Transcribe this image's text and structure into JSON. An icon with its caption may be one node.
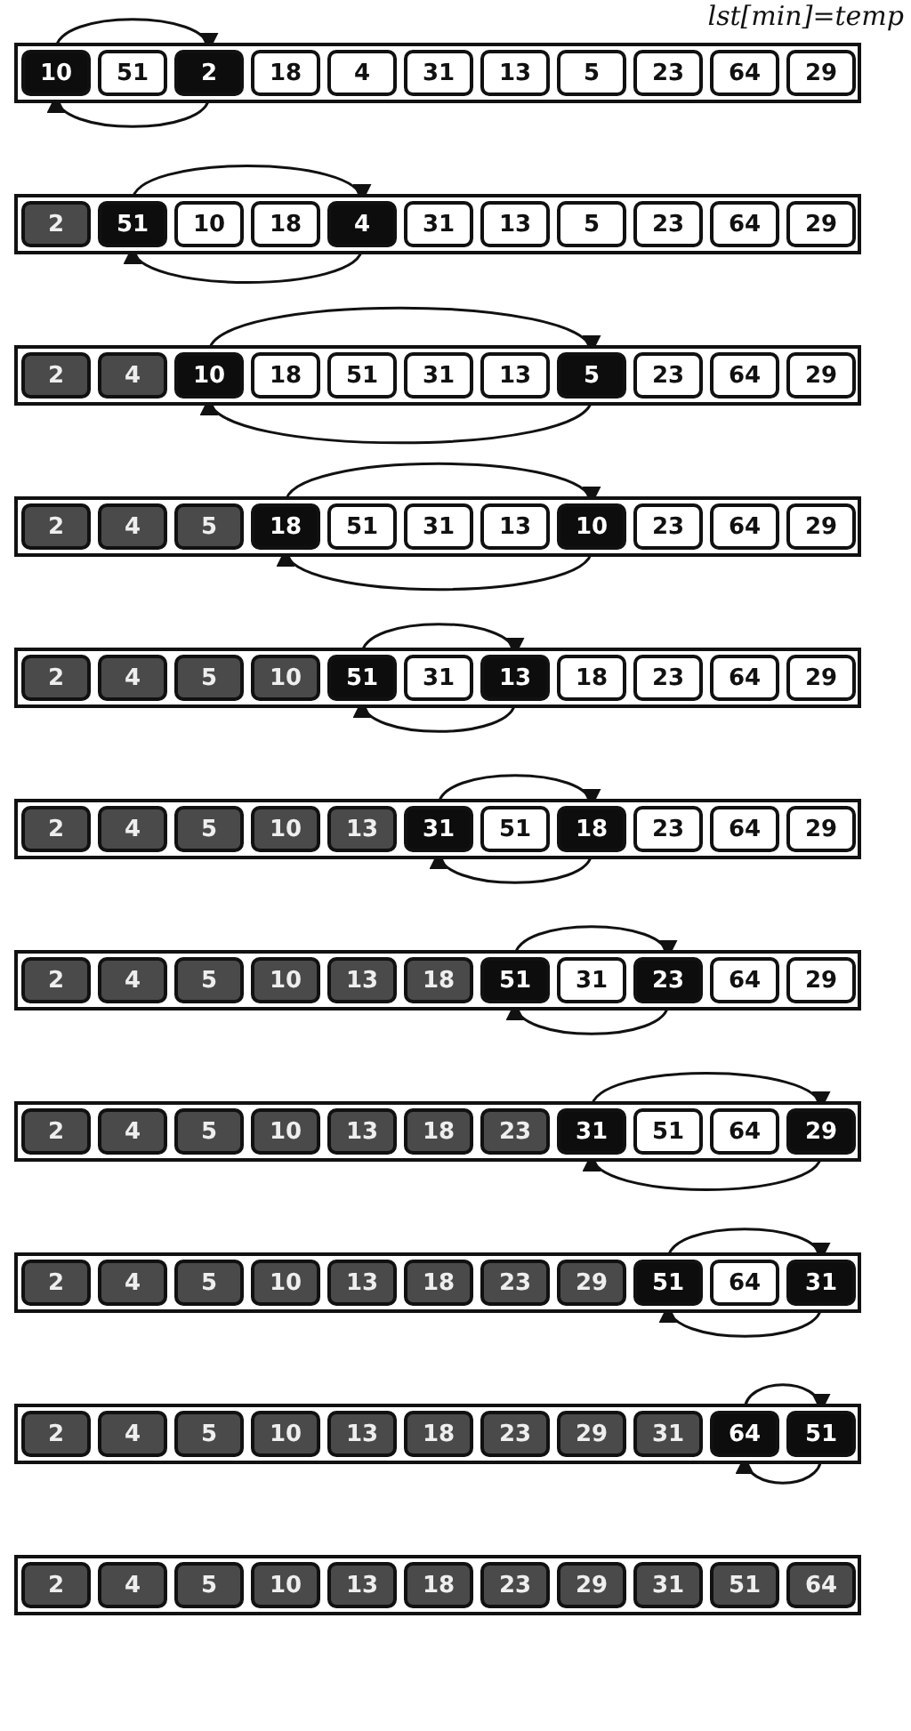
{
  "diagram": {
    "nodes": [
      {
        "text": [],
        "shape": "bar"
      },
      {
        "text": [
          "10"
        ],
        "in": 0
      },
      {
        "text": [
          "51"
        ],
        "in": 0
      },
      {
        "text": [
          "2"
        ],
        "in": 0
      },
      {
        "text": [
          "18"
        ],
        "in": 0
      },
      {
        "text": [
          "4"
        ],
        "in": 0
      },
      {
        "text": [
          "31"
        ],
        "in": 0
      },
      {
        "text": [
          "13"
        ],
        "in": 0
      },
      {
        "text": [
          "5"
        ],
        "in": 0
      },
      {
        "text": [
          "23"
        ],
        "in": 0
      },
      {
        "text": [
          "64"
        ],
        "in": 0
      },
      {
        "text": [
          "29"
        ],
        "in": 0
      },
      {
        "text": [],
        "shape": "bar"
      },
      {
        "text": [
          "2"
        ],
        "in": 12
      },
      {
        "text": [
          "51"
        ],
        "in": 12
      },
      {
        "text": [
          "10"
        ],
        "in": 12
      },
      {
        "text": [
          "18"
        ],
        "in": 12
      },
      {
        "text": [
          "4"
        ],
        "in": 12
      },
      {
        "text": [
          "31"
        ],
        "in": 12
      },
      {
        "text": [
          "13"
        ],
        "in": 12
      },
      {
        "text": [
          "5"
        ],
        "in": 12
      },
      {
        "text": [
          "23"
        ],
        "in": 12
      },
      {
        "text": [
          "64"
        ],
        "in": 12
      },
      {
        "text": [
          "29"
        ],
        "in": 12
      },
      {
        "text": [],
        "shape": "bar"
      },
      {
        "text": [
          "2"
        ],
        "in": 24
      },
      {
        "text": [
          "4"
        ],
        "in": 24
      },
      {
        "text": [
          "10"
        ],
        "in": 24
      },
      {
        "text": [
          "18"
        ],
        "in": 24
      },
      {
        "text": [
          "51"
        ],
        "in": 24
      },
      {
        "text": [
          "31"
        ],
        "in": 24
      },
      {
        "text": [
          "13"
        ],
        "in": 24
      },
      {
        "text": [
          "5"
        ],
        "in": 24
      },
      {
        "text": [
          "23"
        ],
        "in": 24
      },
      {
        "text": [
          "64"
        ],
        "in": 24
      },
      {
        "text": [
          "29"
        ],
        "in": 24
      },
      {
        "text": [],
        "shape": "bar"
      },
      {
        "text": [
          "2"
        ],
        "in": 36
      },
      {
        "text": [
          "4"
        ],
        "in": 36
      },
      {
        "text": [
          "5"
        ],
        "in": 36
      },
      {
        "text": [
          "18"
        ],
        "in": 36
      },
      {
        "text": [
          "51"
        ],
        "in": 36
      },
      {
        "text": [
          "31"
        ],
        "in": 36
      },
      {
        "text": [
          "13"
        ],
        "in": 36
      },
      {
        "text": [
          "10"
        ],
        "in": 36
      },
      {
        "text": [
          "23"
        ],
        "in": 36
      },
      {
        "text": [
          "64"
        ],
        "in": 36
      },
      {
        "text": [
          "29"
        ],
        "in": 36
      },
      {
        "text": [],
        "shape": "bar"
      },
      {
        "text": [
          "2"
        ],
        "in": 48
      },
      {
        "text": [
          "4"
        ],
        "in": 48
      },
      {
        "text": [
          "5"
        ],
        "in": 48
      },
      {
        "text": [
          "10"
        ],
        "in": 48
      },
      {
        "text": [
          "51"
        ],
        "in": 48
      },
      {
        "text": [
          "31"
        ],
        "in": 48
      },
      {
        "text": [
          "13"
        ],
        "in": 48
      },
      {
        "text": [
          "18"
        ],
        "in": 48
      },
      {
        "text": [
          "23"
        ],
        "in": 48
      },
      {
        "text": [
          "64"
        ],
        "in": 48
      },
      {
        "text": [
          "29"
        ],
        "in": 48
      },
      {
        "text": [],
        "shape": "bar"
      },
      {
        "text": [
          "2"
        ],
        "in": 60
      },
      {
        "text": [
          "4"
        ],
        "in": 60
      },
      {
        "text": [
          "5"
        ],
        "in": 60
      },
      {
        "text": [
          "10"
        ],
        "in": 60
      },
      {
        "text": [
          "13"
        ],
        "in": 60
      },
      {
        "text": [
          "31"
        ],
        "in": 60
      },
      {
        "text": [
          "51"
        ],
        "in": 60
      },
      {
        "text": [
          "18"
        ],
        "in": 60
      },
      {
        "text": [
          "23"
        ],
        "in": 60
      },
      {
        "text": [
          "64"
        ],
        "in": 60
      },
      {
        "text": [
          "29"
        ],
        "in": 60
      },
      {
        "text": [],
        "shape": "bar"
      },
      {
        "text": [
          "2"
        ],
        "in": 72
      },
      {
        "text": [
          "4"
        ],
        "in": 72
      },
      {
        "text": [
          "5"
        ],
        "in": 72
      },
      {
        "text": [
          "10"
        ],
        "in": 72
      },
      {
        "text": [
          "13"
        ],
        "in": 72
      },
      {
        "text": [
          "18"
        ],
        "in": 72
      },
      {
        "text": [
          "51"
        ],
        "in": 72
      },
      {
        "text": [
          "31"
        ],
        "in": 72
      },
      {
        "text": [
          "23"
        ],
        "in": 72
      },
      {
        "text": [
          "64"
        ],
        "in": 72
      },
      {
        "text": [
          "29"
        ],
        "in": 72
      },
      {
        "text": [],
        "shape": "bar"
      },
      {
        "text": [
          "2"
        ],
        "in": 84
      },
      {
        "text": [
          "4"
        ],
        "in": 84
      },
      {
        "text": [
          "5"
        ],
        "in": 84
      },
      {
        "text": [
          "10"
        ],
        "in": 84
      },
      {
        "text": [
          "13"
        ],
        "in": 84
      },
      {
        "text": [
          "18"
        ],
        "in": 84
      },
      {
        "text": [
          "23"
        ],
        "in": 84
      },
      {
        "text": [
          "31"
        ],
        "in": 84
      },
      {
        "text": [
          "51"
        ],
        "in": 84
      },
      {
        "text": [
          "64"
        ],
        "in": 84
      },
      {
        "text": [
          "29"
        ],
        "in": 84
      },
      {
        "text": [],
        "shape": "bar"
      },
      {
        "text": [
          "2"
        ],
        "in": 96
      },
      {
        "text": [
          "4"
        ],
        "in": 96
      },
      {
        "text": [
          "5"
        ],
        "in": 96
      },
      {
        "text": [
          "10"
        ],
        "in": 96
      },
      {
        "text": [
          "13"
        ],
        "in": 96
      },
      {
        "text": [
          "18"
        ],
        "in": 96
      },
      {
        "text": [
          "23"
        ],
        "in": 96
      },
      {
        "text": [
          "29"
        ],
        "in": 96
      },
      {
        "text": [
          "51"
        ],
        "in": 96
      },
      {
        "text": [
          "64"
        ],
        "in": 96
      },
      {
        "text": [
          "31"
        ],
        "in": 96
      },
      {
        "text": [],
        "shape": "bar"
      },
      {
        "text": [
          "2"
        ],
        "in": 108
      },
      {
        "text": [
          "4"
        ],
        "in": 108
      },
      {
        "text": [
          "5"
        ],
        "in": 108
      },
      {
        "text": [
          "10"
        ],
        "in": 108
      },
      {
        "text": [
          "13"
        ],
        "in": 108
      },
      {
        "text": [
          "18"
        ],
        "in": 108
      },
      {
        "text": [
          "23"
        ],
        "in": 108
      },
      {
        "text": [
          "29"
        ],
        "in": 108
      },
      {
        "text": [
          "31"
        ],
        "in": 108
      },
      {
        "text": [
          "64"
        ],
        "in": 108
      },
      {
        "text": [
          "51"
        ],
        "in": 108
      },
      {
        "text": [],
        "shape": "bar"
      },
      {
        "text": [
          "2"
        ],
        "in": 120
      },
      {
        "text": [
          "4"
        ],
        "in": 120
      },
      {
        "text": [
          "5"
        ],
        "in": 120
      },
      {
        "text": [
          "10"
        ],
        "in": 120
      },
      {
        "text": [
          "13"
        ],
        "in": 120
      },
      {
        "text": [
          "18"
        ],
        "in": 120
      },
      {
        "text": [
          "23"
        ],
        "in": 120
      },
      {
        "text": [
          "29"
        ],
        "in": 120
      },
      {
        "text": [
          "31"
        ],
        "in": 120
      },
      {
        "text": [
          "51"
        ],
        "in": 120
      },
      {
        "text": [
          "64"
        ],
        "in": 120
      }
    ],
    "edges": [
      {
        "from": 1,
        "to": 3,
        "arrow": "to"
      },
      {
        "from": 3,
        "to": 1,
        "arrow": "to"
      },
      {
        "from": 14,
        "to": 17,
        "arrow": "to"
      },
      {
        "from": 17,
        "to": 14,
        "arrow": "to"
      },
      {
        "from": 27,
        "to": 32,
        "arrow": "to"
      },
      {
        "from": 32,
        "to": 27,
        "arrow": "to"
      },
      {
        "from": 40,
        "to": 44,
        "arrow": "to"
      },
      {
        "from": 44,
        "to": 40,
        "arrow": "to"
      },
      {
        "from": 53,
        "to": 55,
        "arrow": "to"
      },
      {
        "from": 55,
        "to": 53,
        "arrow": "to"
      },
      {
        "from": 66,
        "to": 68,
        "arrow": "to"
      },
      {
        "from": 68,
        "to": 66,
        "arrow": "to"
      },
      {
        "from": 79,
        "to": 81,
        "arrow": "to"
      },
      {
        "from": 81,
        "to": 79,
        "arrow": "to"
      },
      {
        "from": 92,
        "to": 95,
        "arrow": "to"
      },
      {
        "from": 95,
        "to": 92,
        "arrow": "to"
      },
      {
        "from": 105,
        "to": 107,
        "arrow": "to"
      },
      {
        "from": 107,
        "to": 105,
        "arrow": "to"
      },
      {
        "from": 118,
        "to": 119,
        "arrow": "to"
      },
      {
        "from": 119,
        "to": 118,
        "arrow": "to"
      }
    ],
    "labels": [
      "lst[min]=temp"
    ]
  }
}
